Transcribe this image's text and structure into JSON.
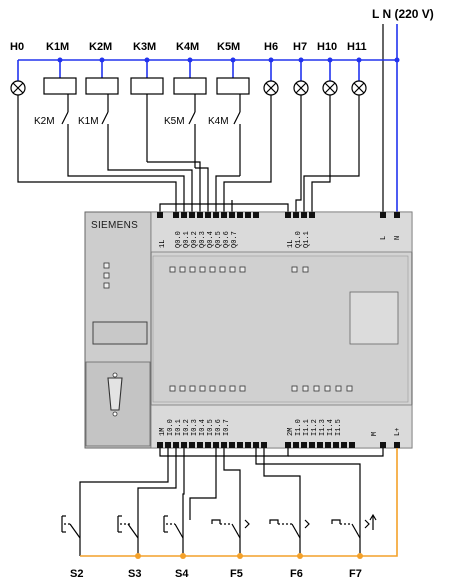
{
  "supply": {
    "label": "L N (220 V)"
  },
  "top_labels": [
    "H0",
    "K1M",
    "K2M",
    "K3M",
    "K4M",
    "K5M",
    "H6",
    "H7",
    "H10",
    "H11"
  ],
  "interlocks": [
    "K2M",
    "K1M",
    "K5M",
    "K4M"
  ],
  "plc": {
    "brand": "SIEMENS",
    "output_terminals": [
      "1L",
      "Q0.0",
      "Q0.1",
      "Q0.2",
      "Q0.3",
      "Q0.4",
      "Q0.5",
      "Q0.6",
      "Q0.7",
      "1L",
      "Q1.0",
      "Q1.1",
      "L",
      "N"
    ],
    "input_terminals": [
      "1M",
      "I0.0",
      "I0.1",
      "I0.2",
      "I0.3",
      "I0.4",
      "I0.5",
      "I0.6",
      "I0.7",
      "2M",
      "I1.0",
      "I1.1",
      "I1.2",
      "I1.3",
      "I1.4",
      "I1.5",
      "M",
      "L+"
    ]
  },
  "bottom_labels": [
    "S2",
    "S3",
    "S4",
    "F5",
    "F6",
    "F7"
  ],
  "colors": {
    "supply_L": "#000000",
    "supply_N": "#2233ee",
    "dc_supply": "#f4a12a",
    "plc_body": "#d4d4d4"
  }
}
